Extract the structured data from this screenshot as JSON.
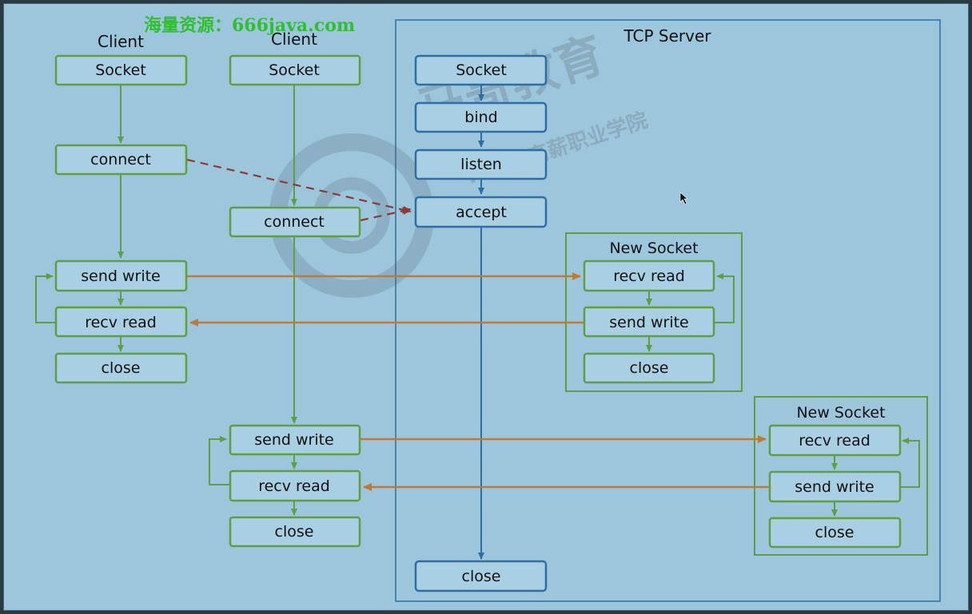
{
  "banner": "海量资源：666java.com",
  "watermark": {
    "brand": "马哥教育",
    "sub": "IT人的高薪职业学院"
  },
  "colors": {
    "green": "#5f9e45",
    "blue": "#2f6ea3",
    "orange": "#bf7a38",
    "dashed": "#8a3a3a"
  },
  "labels": {
    "client1": "Client",
    "client2": "Client",
    "server": "TCP Server",
    "newsock1": "New Socket",
    "newsock2": "New Socket"
  },
  "nodes": {
    "c1_socket": "Socket",
    "c1_connect": "connect",
    "c1_send": "send write",
    "c1_recv": "recv read",
    "c1_close": "close",
    "c2_socket": "Socket",
    "c2_connect": "connect",
    "c2_send": "send write",
    "c2_recv": "recv read",
    "c2_close": "close",
    "s_socket": "Socket",
    "s_bind": "bind",
    "s_listen": "listen",
    "s_accept": "accept",
    "s_close": "close",
    "n1_recv": "recv read",
    "n1_send": "send write",
    "n1_close": "close",
    "n2_recv": "recv read",
    "n2_send": "send write",
    "n2_close": "close"
  },
  "edges": [
    {
      "id": "connect1-accept",
      "from": "c1_connect",
      "to": "s_accept",
      "style": "dashed"
    },
    {
      "id": "connect2-accept",
      "from": "c2_connect",
      "to": "s_accept",
      "style": "dashed"
    },
    {
      "id": "c1send-n1recv",
      "from": "c1_send",
      "to": "n1_recv",
      "style": "data"
    },
    {
      "id": "n1send-c1recv",
      "from": "n1_send",
      "to": "c1_recv",
      "style": "data"
    },
    {
      "id": "c2send-n2recv",
      "from": "c2_send",
      "to": "n2_recv",
      "style": "data"
    },
    {
      "id": "n2send-c2recv",
      "from": "n2_send",
      "to": "c2_recv",
      "style": "data"
    }
  ]
}
